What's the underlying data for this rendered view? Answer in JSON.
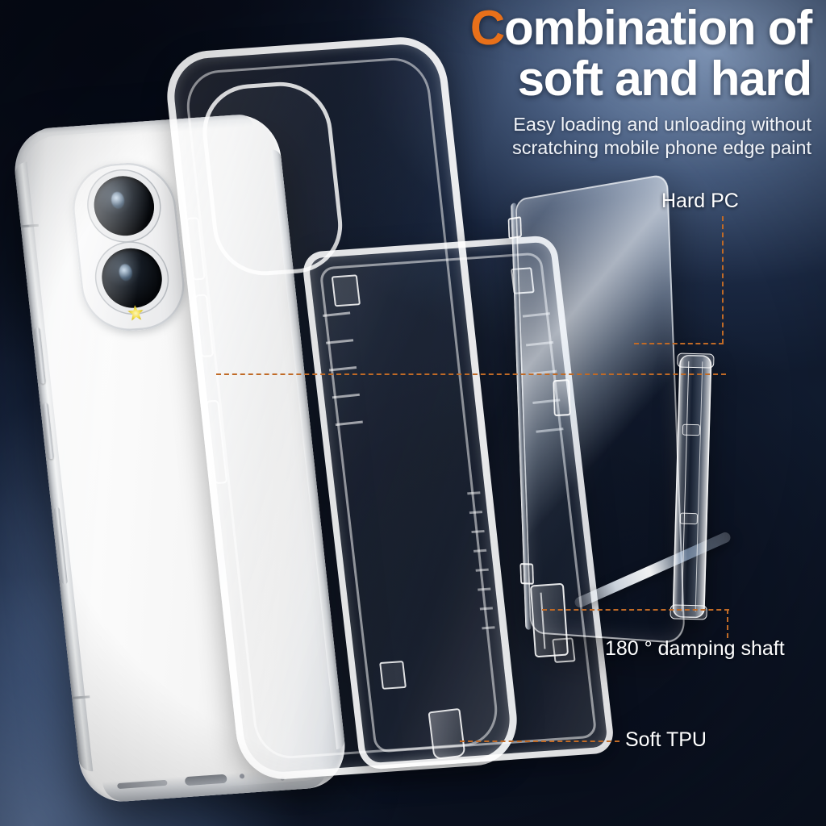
{
  "headline": {
    "line1_cap": "C",
    "line1_rest": "ombination of",
    "line2": "soft and hard"
  },
  "subhead": {
    "line1": "Easy loading and unloading without",
    "line2": "scratching mobile phone edge paint"
  },
  "callouts": {
    "hard_pc": "Hard PC",
    "damping_shaft": "180 °  damping shaft",
    "soft_tpu": "Soft TPU"
  },
  "colors": {
    "accent_orange": "#e8701a",
    "leader_line": "#c06a26",
    "text_white": "#ffffff",
    "bg_dark_navy": "#0a1020",
    "bg_steel_blue": "#7e98c2"
  },
  "product": {
    "phone_finish": "white",
    "camera_count": 2,
    "flash": "yellow-star-flash"
  }
}
